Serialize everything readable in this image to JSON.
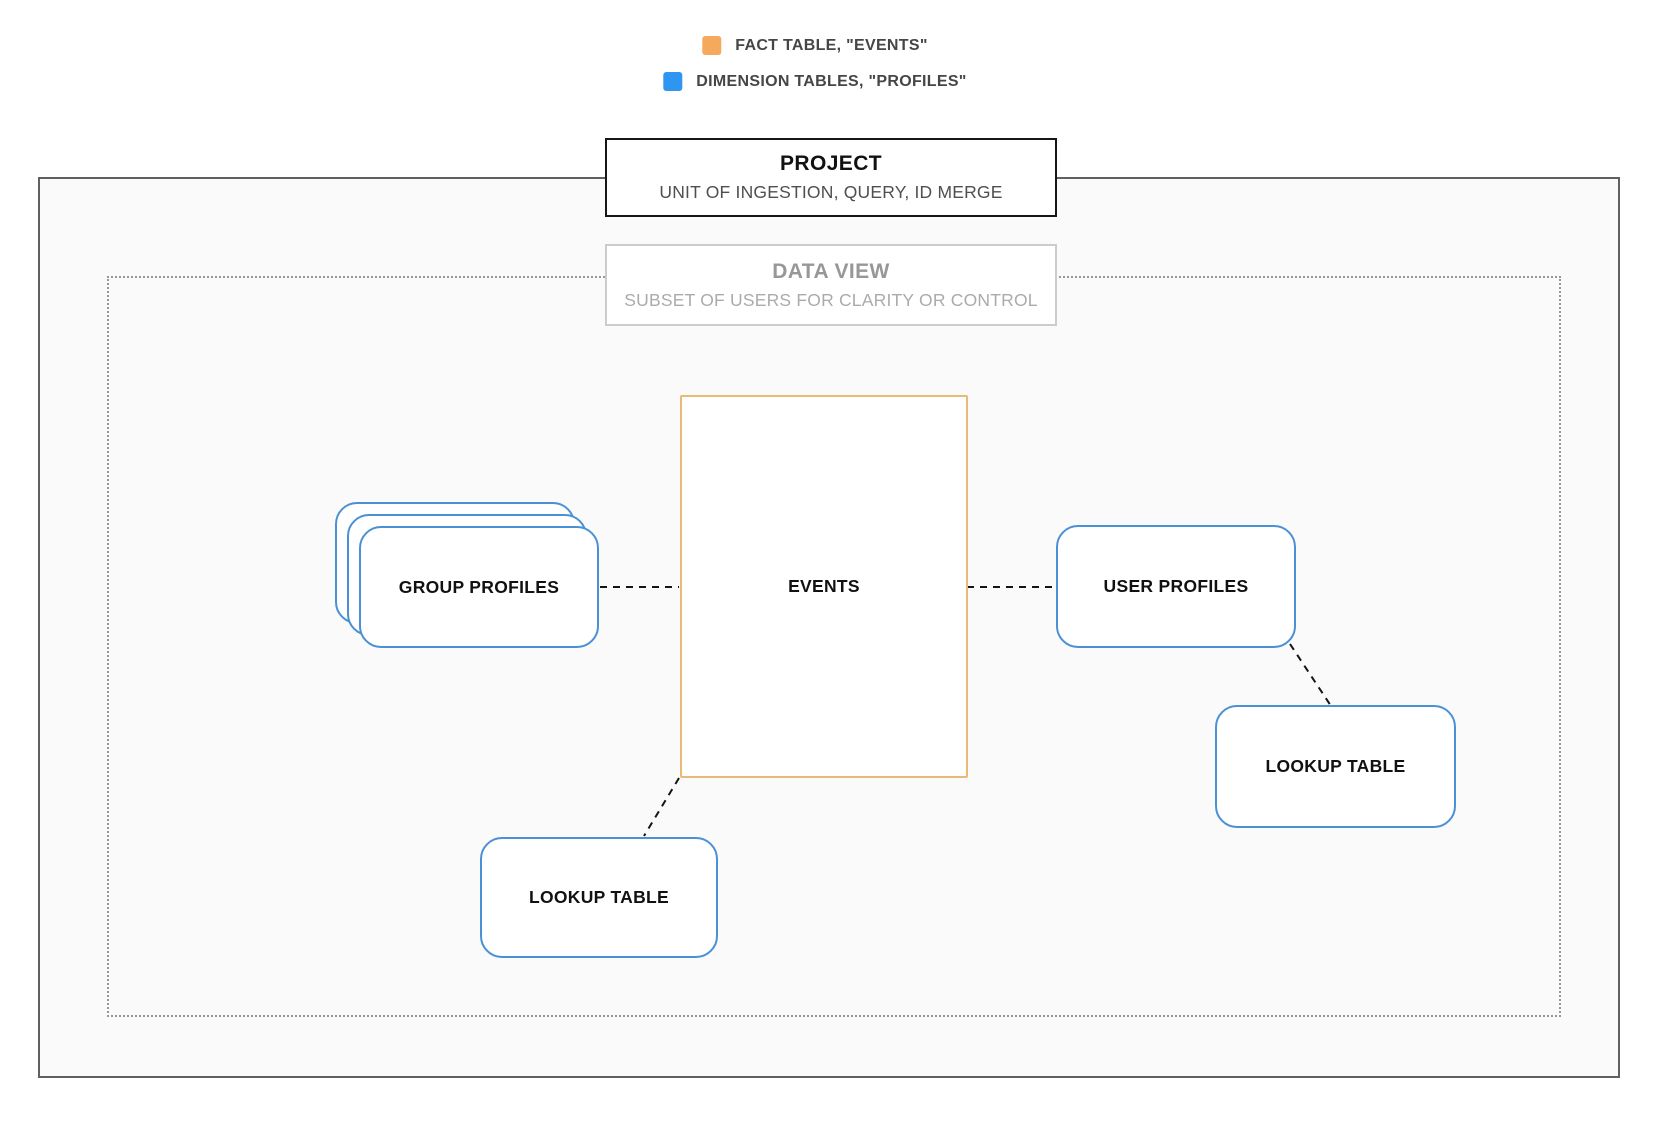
{
  "legend": {
    "items": [
      {
        "name": "fact-table",
        "label": "FACT TABLE, \"EVENTS\"",
        "color": "#F5A95C"
      },
      {
        "name": "dimension-tables",
        "label": "DIMENSION TABLES, \"PROFILES\"",
        "color": "#2E96F0"
      }
    ]
  },
  "project": {
    "title": "PROJECT",
    "subtitle": "UNIT OF INGESTION, QUERY, ID MERGE"
  },
  "data_view": {
    "title": "DATA VIEW",
    "subtitle": "SUBSET OF USERS FOR CLARITY OR CONTROL"
  },
  "nodes": {
    "events": {
      "label": "EVENTS",
      "type": "fact"
    },
    "group_profiles": {
      "label": "GROUP PROFILES",
      "type": "dimension",
      "stacked_cards": 3
    },
    "user_profiles": {
      "label": "USER PROFILES",
      "type": "dimension"
    },
    "lookup_table_right": {
      "label": "LOOKUP TABLE",
      "type": "dimension"
    },
    "lookup_table_bottom": {
      "label": "LOOKUP TABLE",
      "type": "dimension"
    }
  },
  "colors": {
    "fact_accent": "#F5A95C",
    "dimension_accent": "#2E96F0",
    "fact_border": "#ECB878",
    "dimension_border": "#4A90D5",
    "outer_container_border": "#606060",
    "inner_container_border": "#979797",
    "connector": "#141414",
    "container_fill": "#FAFAFA"
  }
}
